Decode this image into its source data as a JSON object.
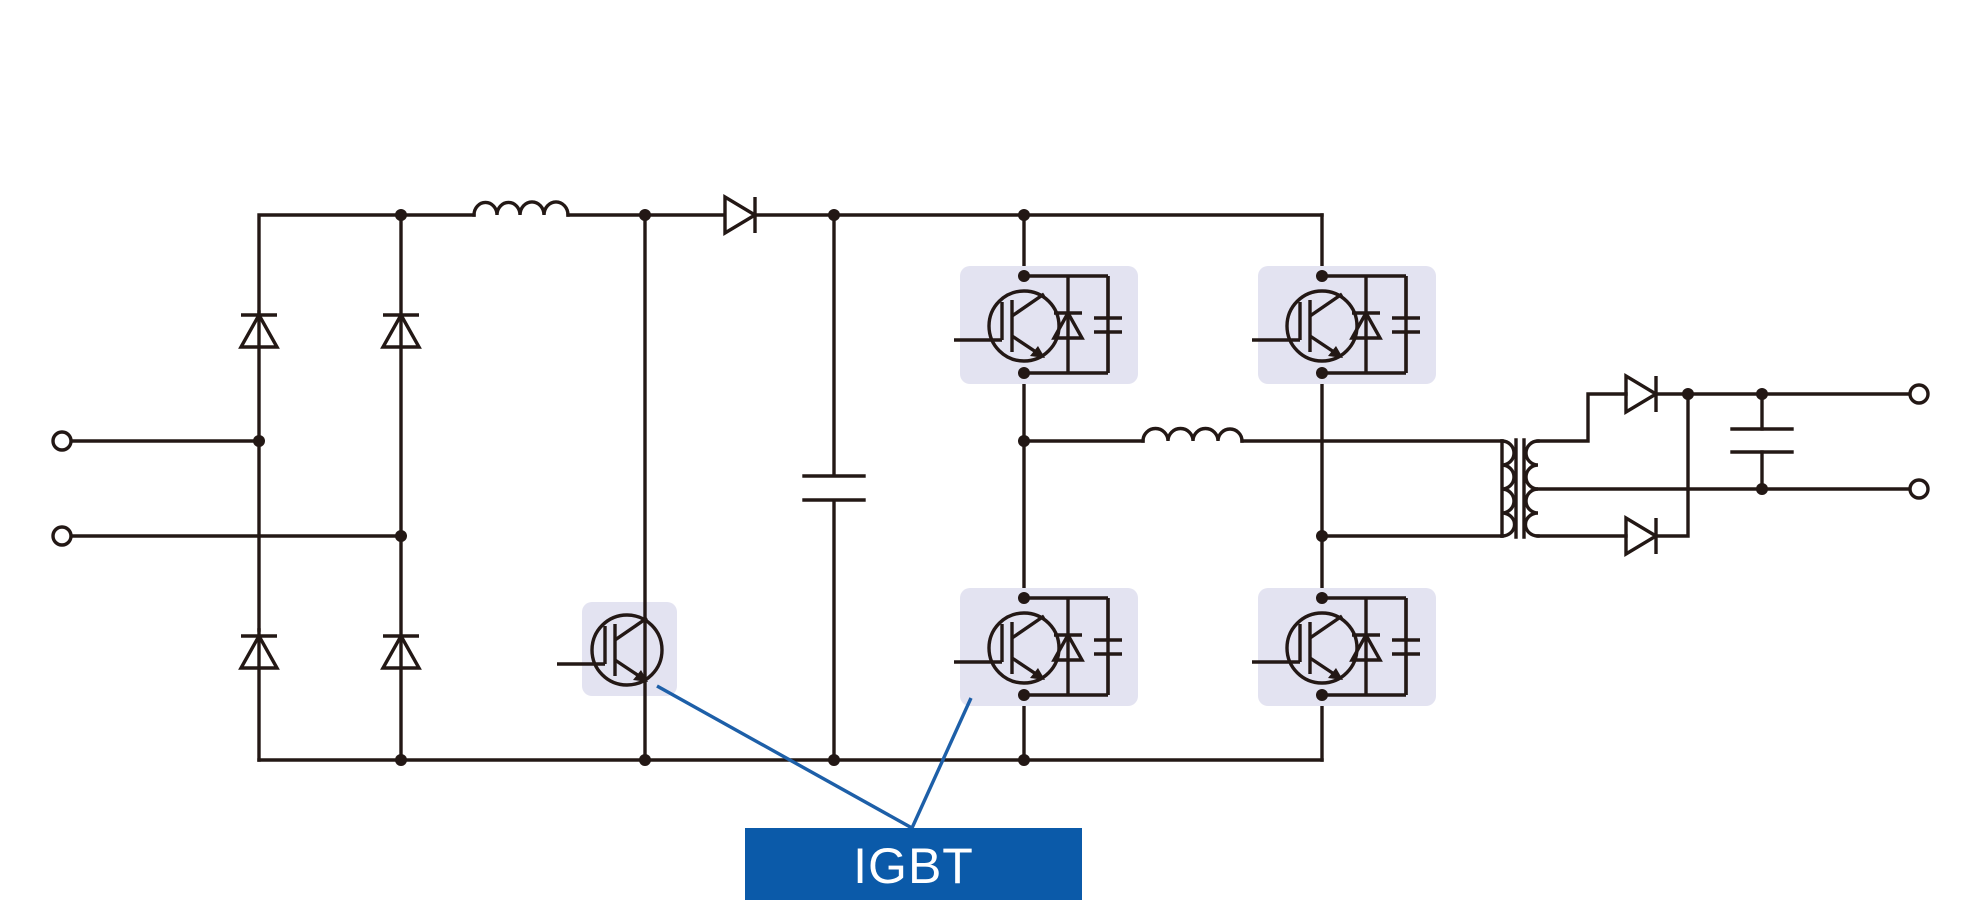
{
  "diagram": {
    "label": "IGBT",
    "colors": {
      "wire": "#231815",
      "highlight": "#e3e3f1",
      "callout_line": "#1d5fa8",
      "label_bg": "#0b5aa9",
      "label_text": "#ffffff"
    },
    "components": {
      "input_terminals": 2,
      "rectifier_diodes": 4,
      "boost_inductor": 1,
      "boost_diode": 1,
      "boost_igbt": 1,
      "dc_link_capacitor": 1,
      "bridge_igbt_modules": 4,
      "resonant_inductor": 1,
      "transformer": 1,
      "output_diodes": 2,
      "output_capacitor": 1,
      "output_terminals": 2
    }
  }
}
